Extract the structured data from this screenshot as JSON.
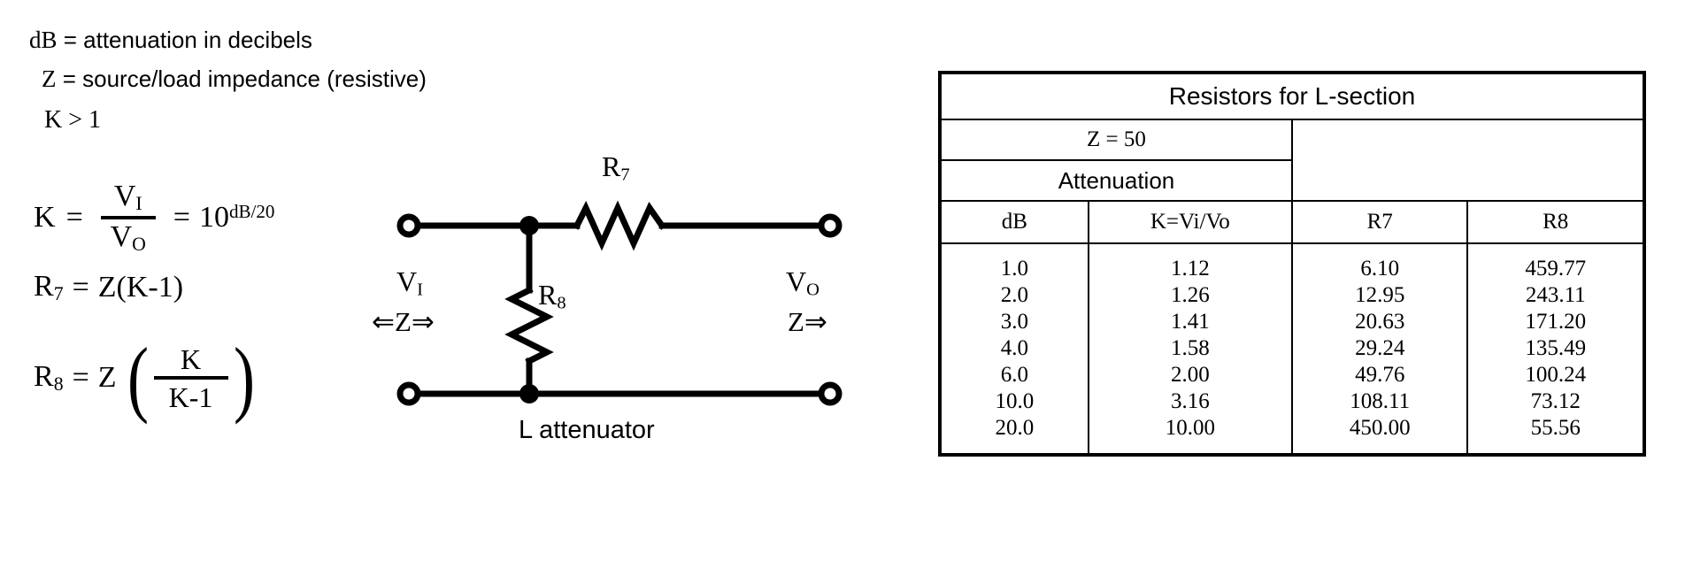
{
  "notes": {
    "db_line": "dB = attenuation in decibels",
    "z_line": "Z = source/load impedance (resistive)",
    "k_line": "K > 1"
  },
  "formulas": {
    "k": {
      "lhs": "K",
      "eq1": "=",
      "num": "V",
      "num_sub": "I",
      "den": "V",
      "den_sub": "O",
      "eq2": "=",
      "rhs_base": "10",
      "rhs_exp": "dB/20"
    },
    "r7": {
      "lhs": "R",
      "lhs_sub": "7",
      "eq": "=",
      "rhs": "Z(K-1)"
    },
    "r8": {
      "lhs": "R",
      "lhs_sub": "8",
      "eq": "=",
      "z": "Z",
      "paren_open": "(",
      "num": "K",
      "den": "K-1",
      "paren_close": ")"
    }
  },
  "circuit": {
    "r7_label": "R",
    "r7_sub": "7",
    "r8_label": "R",
    "r8_sub": "8",
    "vi_label": "V",
    "vi_sub": "I",
    "vo_label": "V",
    "vo_sub": "O",
    "z_in": "⇐Z⇒",
    "z_out": "Z⇒",
    "caption": "L attenuator"
  },
  "table": {
    "title": "Resistors for L-section",
    "impedance_label": "Z = 50",
    "attenuation_label": "Attenuation",
    "columns": [
      "dB",
      "K=Vi/Vo",
      "R7",
      "R8"
    ],
    "rows": [
      [
        "1.0",
        "1.12",
        "6.10",
        "459.77"
      ],
      [
        "2.0",
        "1.26",
        "12.95",
        "243.11"
      ],
      [
        "3.0",
        "1.41",
        "20.63",
        "171.20"
      ],
      [
        "4.0",
        "1.58",
        "29.24",
        "135.49"
      ],
      [
        "6.0",
        "2.00",
        "49.76",
        "100.24"
      ],
      [
        "10.0",
        "3.16",
        "108.11",
        "73.12"
      ],
      [
        "20.0",
        "10.00",
        "450.00",
        "55.56"
      ]
    ]
  },
  "colors": {
    "ink": "#000000",
    "paper": "#ffffff"
  }
}
